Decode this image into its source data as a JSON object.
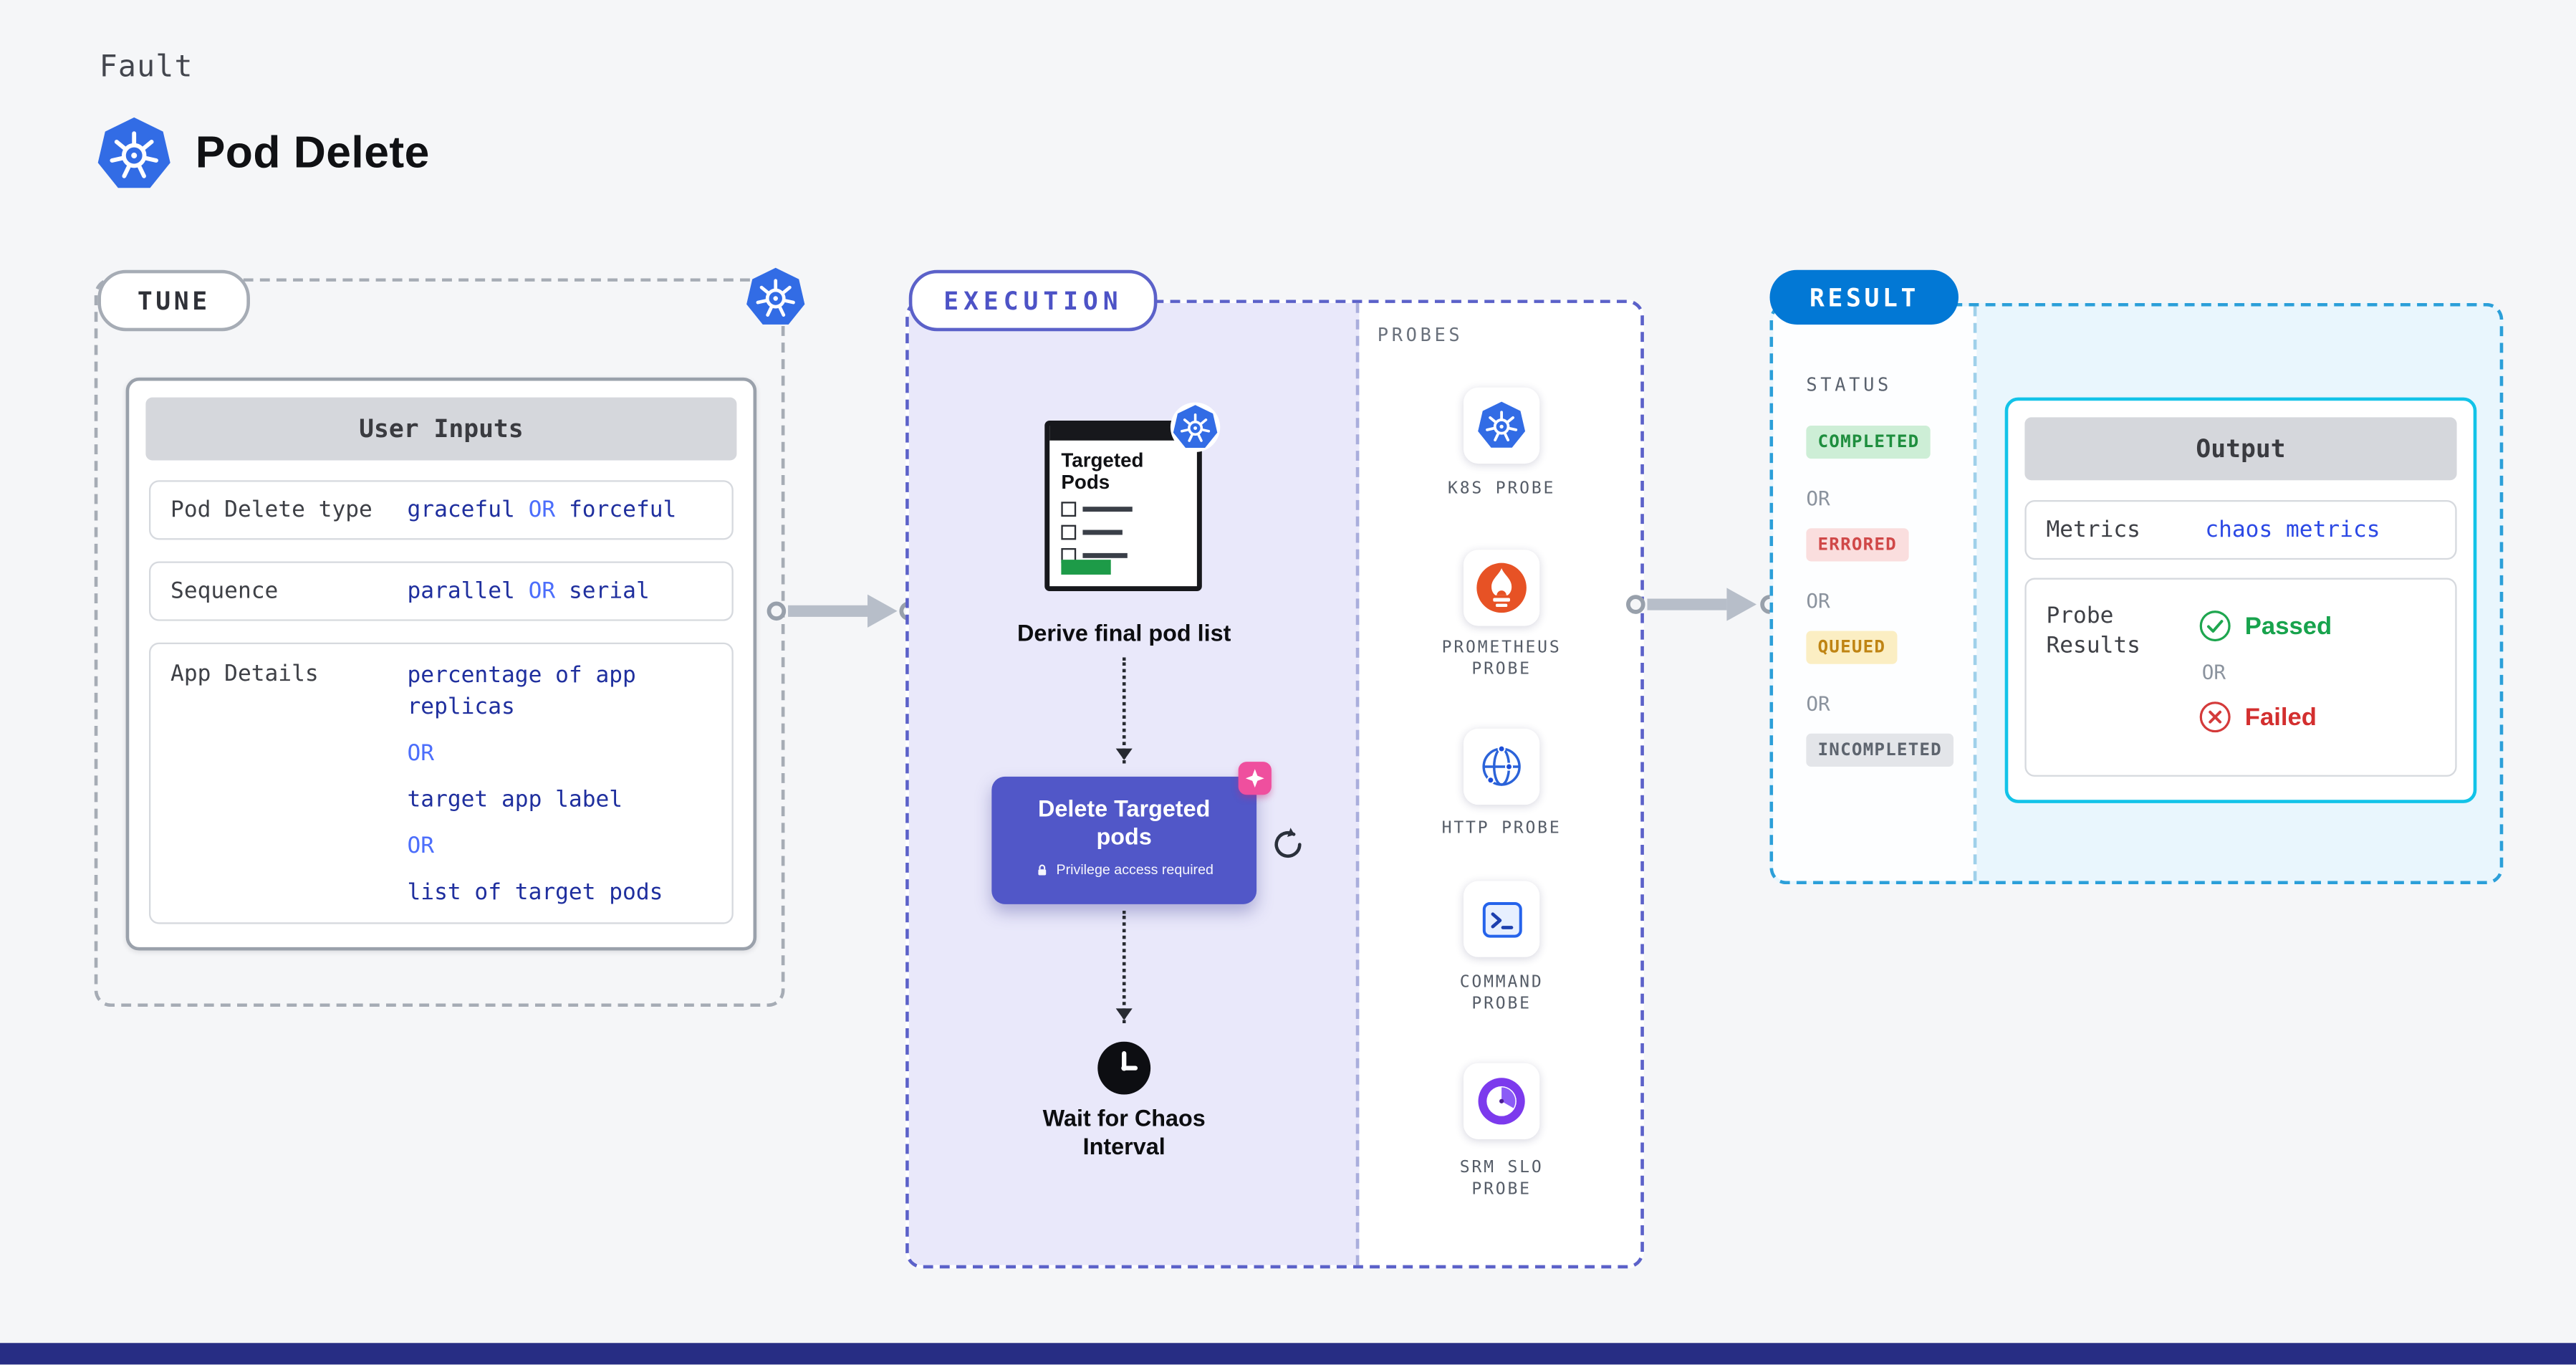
{
  "header": {
    "kicker": "Fault",
    "title": "Pod Delete"
  },
  "tune": {
    "badge": "TUNE",
    "card_title": "User Inputs",
    "rows": [
      {
        "label": "Pod Delete type",
        "value1": "graceful",
        "or1": "OR",
        "value2": "forceful"
      },
      {
        "label": "Sequence",
        "value1": "parallel",
        "or1": "OR",
        "value2": "serial"
      },
      {
        "label": "App Details",
        "value1": "percentage of app replicas",
        "or1": "OR",
        "value2": "target app label",
        "or2": "OR",
        "value3": "list of target pods"
      }
    ]
  },
  "execution": {
    "badge": "EXECUTION",
    "pod_list_title": "Targeted Pods",
    "derive_label": "Derive final pod list",
    "delete_button": {
      "label": "Delete Targeted pods",
      "note": "Privilege access required"
    },
    "wait_label": "Wait for Chaos Interval",
    "probes": {
      "title": "PROBES",
      "items": [
        {
          "label": "K8S PROBE",
          "icon": "kubernetes-icon"
        },
        {
          "label": "PROMETHEUS PROBE",
          "icon": "prometheus-icon"
        },
        {
          "label": "HTTP PROBE",
          "icon": "globe-icon"
        },
        {
          "label": "COMMAND PROBE",
          "icon": "terminal-icon"
        },
        {
          "label": "SRM SLO PROBE",
          "icon": "slo-gauge-icon"
        }
      ]
    }
  },
  "result": {
    "badge": "RESULT",
    "status": {
      "title": "STATUS",
      "or": "OR",
      "badges": [
        {
          "text": "COMPLETED",
          "type": "success"
        },
        {
          "text": "ERRORED",
          "type": "error"
        },
        {
          "text": "QUEUED",
          "type": "warning"
        },
        {
          "text": "INCOMPLETED",
          "type": "neutral"
        }
      ]
    },
    "output": {
      "title": "Output",
      "metrics_label": "Metrics",
      "metrics_value": "chaos metrics",
      "probe_results_label": "Probe Results",
      "passed_label": "Passed",
      "or": "OR",
      "failed_label": "Failed"
    }
  },
  "colors": {
    "kubernetes_blue": "#326ce5",
    "execution_accent": "#5157c8",
    "execution_panel": "#e9e8fa",
    "result_accent": "#0278d5",
    "output_border": "#12c3e8",
    "value_blue": "#1f2f9e",
    "or_blue": "#4c6efb",
    "success_badge": "#1e8e3e",
    "error_badge": "#d04848",
    "warning_badge": "#bf8413",
    "passed_green": "#18a34d",
    "failed_red": "#d32f2f",
    "prometheus_orange": "#e75225",
    "srm_purple": "#7c3aed",
    "chaos_pink": "#ef4f9e",
    "footer_navy": "#272d84",
    "page_background": "#f5f6f8"
  }
}
